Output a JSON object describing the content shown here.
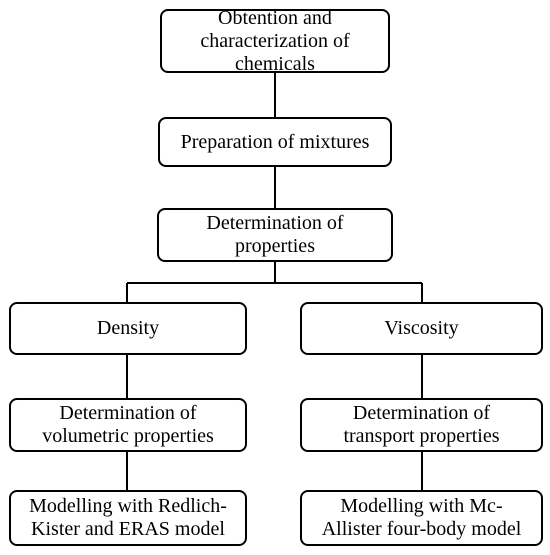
{
  "diagram": {
    "type": "flowchart",
    "nodes": {
      "n1": "Obtention and\ncharacterization of\nchemicals",
      "n2": "Preparation of mixtures",
      "n3": "Determination of\nproperties",
      "n4": "Density",
      "n5": "Viscosity",
      "n6": "Determination of\nvolumetric properties",
      "n7": "Determination of\ntransport properties",
      "n8": "Modelling with Redlich-\nKister and ERAS model",
      "n9": "Modelling with Mc-\nAllister four-body model"
    },
    "edges": [
      [
        "n1",
        "n2"
      ],
      [
        "n2",
        "n3"
      ],
      [
        "n3",
        "n4"
      ],
      [
        "n3",
        "n5"
      ],
      [
        "n4",
        "n6"
      ],
      [
        "n5",
        "n7"
      ],
      [
        "n6",
        "n8"
      ],
      [
        "n7",
        "n9"
      ]
    ],
    "colors": {
      "line": "#000000",
      "box_border": "#000000",
      "background": "#ffffff"
    }
  }
}
